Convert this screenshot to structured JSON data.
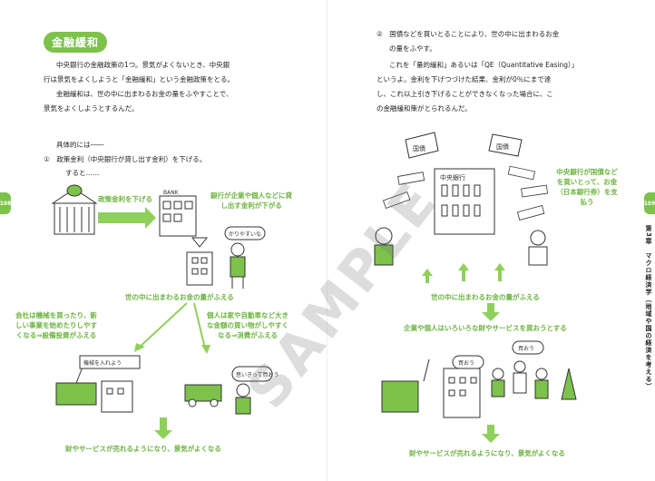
{
  "left_page": {
    "page_number": "108",
    "heading": "金融緩和",
    "paragraphs": [
      "中央銀行の金融政策の1つ。景気がよくないとき、中央銀",
      "行は景気をよくしようと「金融緩和」という金融政策をとる。",
      "金融緩和は、世の中に出まわるお金の量をふやすことで、",
      "景気をよくしようとするんだ。"
    ],
    "concrete_heading": "具体的には――",
    "step1": "①　政策金利（中央銀行が貸し出す金利）を下げる。",
    "step1_then": "すると……",
    "diagram": {
      "label_rate_down": "政策金利を下げる",
      "label_bank_rate": "銀行が企業や個人などに貸し出す金利が下がる",
      "bank_sign": "BANK",
      "speech": "かりやすいな",
      "money_increase": "世の中に出まわるお金の量がふえる",
      "label_company": "会社は機械を買ったり、新しい事業を始めたりしやすくなる⇒設備投資がふえる",
      "label_person": "個人は家や自動車など大きな金額の買い物がしやすくなる⇒消費がふえる",
      "speech_factory": "機械を入れよう",
      "speech_person": "思いきって買おう",
      "result": "財やサービスが売れるようになり、景気がよくなる"
    }
  },
  "right_page": {
    "page_number": "109",
    "step2": "②　国債などを買いとることにより、世の中に出まわるお金",
    "step2_cont": "の量をふやす。",
    "para2": [
      "これを「量的緩和」あるいは「QE（Quantitative Easing）」",
      "というよ。金利を下げつづけた結果、金利が0％にまで達",
      "し、これ以上引き下げることができなくなった場合に、こ",
      "の金融緩和策がとられるんだ。"
    ],
    "diagram": {
      "bond1": "国債",
      "bond2": "国債",
      "central_bank_sign": "中央銀行",
      "label_buy": "中央銀行が国債などを買いとって、お金（日本銀行券）を支払う",
      "money_increase": "世の中に出まわるお金の量がふえる",
      "spend": "企業や個人はいろいろな財やサービスを買おうとする",
      "speech_buy": "買おう",
      "speech_buy2": "買おう",
      "result": "財やサービスが売れるようになり、景気がよくなる"
    },
    "chapter_side": "第3章　マクロ経済学（地域や国の経済を考える）"
  },
  "watermark": "SAMPLE",
  "colors": {
    "accent": "#7dc24b",
    "accent_text": "#6db33f"
  }
}
